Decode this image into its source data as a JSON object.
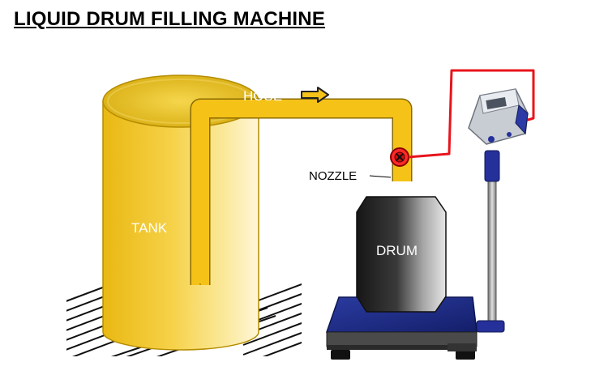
{
  "title": "LIQUID DRUM FILLING MACHINE",
  "labels": {
    "hose": "HOSE",
    "tank": "TANK",
    "nozzle": "NOZZLE",
    "drum": "DRUM"
  },
  "colors": {
    "tank_yellow": "#f3c62a",
    "hose_yellow": "#f5c218",
    "signal_wire": "#e8141c",
    "scale_platform": "#1f2f8a",
    "scale_base": "#3a3a3a",
    "drum_dark": "#1a1a1a",
    "drum_light": "#d8d8d8"
  },
  "icons": {
    "hose_direction": "arrow-right-icon",
    "valve": "valve-x-icon",
    "indicator": "weighing-indicator-icon"
  }
}
